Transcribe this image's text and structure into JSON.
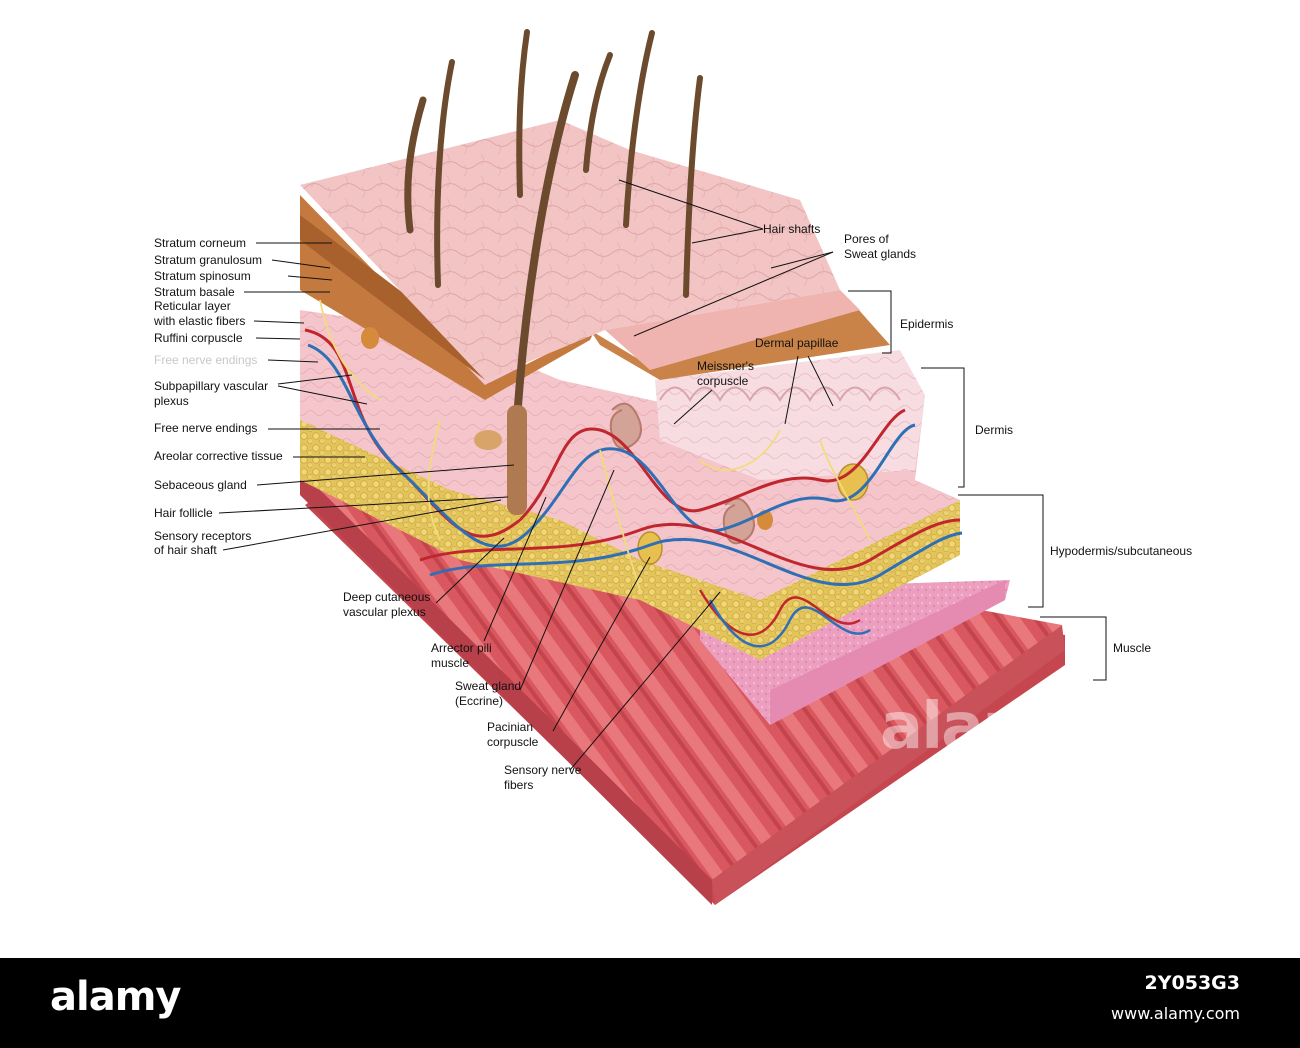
{
  "labels": {
    "hair_shafts": "Hair shafts",
    "pores_of_sweat_glands": [
      "Pores of",
      "Sweat glands"
    ],
    "epidermis": "Epidermis",
    "dermal_papillae": "Dermal papillae",
    "meissners_corpuscle": [
      "Meissner's",
      "corpuscle"
    ],
    "dermis": "Dermis",
    "hypodermis": "Hypodermis/subcutaneous",
    "muscle": "Muscle",
    "stratum_corneum": "Stratum corneum",
    "stratum_granulosum": "Stratum granulosum",
    "stratum_spinosum": "Stratum spinosum",
    "stratum_basale": "Stratum basale",
    "reticular_layer": [
      "Reticular layer",
      "with elastic fibers"
    ],
    "ruffini_corpuscle": "Ruffini corpuscle",
    "free_nerve_endings_upper": "Free nerve endings",
    "subpapillary_plexus": [
      "Subpapillary vascular",
      "plexus"
    ],
    "free_nerve_endings": "Free nerve endings",
    "areolar_tissue": "Areolar corrective tissue",
    "sebaceous_gland": "Sebaceous gland",
    "hair_follicle": "Hair follicle",
    "sensory_receptors": [
      "Sensory receptors",
      "of hair shaft"
    ],
    "deep_cutaneous_plexus": [
      "Deep cutaneous",
      "vascular plexus"
    ],
    "arrector_pili": [
      "Arrector pili",
      "muscle"
    ],
    "sweat_gland": [
      "Sweat gland",
      "(Eccrine)"
    ],
    "pacinian_corpuscle": [
      "Pacinian",
      "corpuscle"
    ],
    "sensory_nerve_fibers": [
      "Sensory nerve",
      "fibers"
    ]
  },
  "footer": {
    "logo": "alamy",
    "image_id": "2Y053G3",
    "url": "www.alamy.com",
    "watermark": "alamy"
  },
  "colors": {
    "epidermis_surface": "#f2c4c4",
    "stratum_layer": "#c47a3e",
    "dermis": "#f4c6cc",
    "hypodermis_fat": "#e3c45a",
    "muscle": "#d9575e",
    "artery": "#c0262d",
    "vein": "#2f6fb5",
    "nerve": "#f0dc7a",
    "hair": "#6b4a2e"
  }
}
